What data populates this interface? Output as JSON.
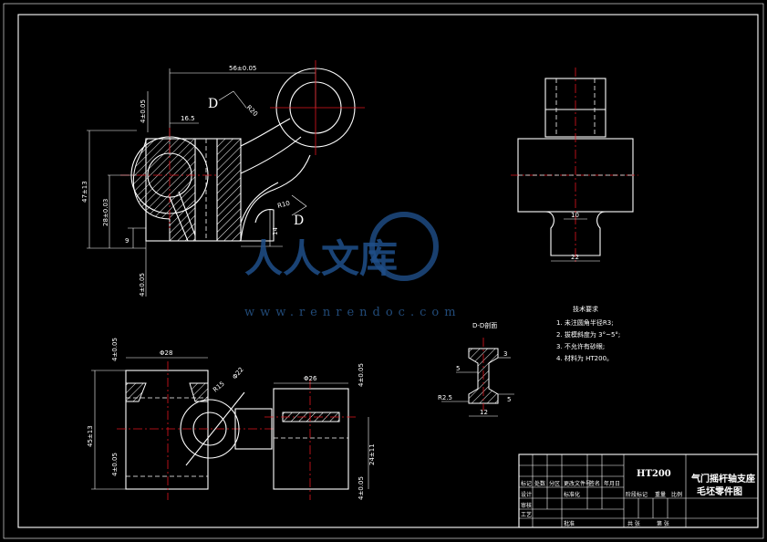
{
  "dimensions": {
    "top_width": "56±0.05",
    "top_left_height": "4±0.05",
    "top_offset": "16.5",
    "top_radius": "R20",
    "total_height": "47±13",
    "mid_height": "28±0.03",
    "small_height": "9",
    "bottom_tol": "4±0.05",
    "radius_r10": "R10",
    "right_height": "14",
    "section_letter": "D",
    "side_width_10": "10",
    "side_width_22": "22",
    "plan_left_top": "4±0.05",
    "plan_dia28": "Φ28",
    "plan_r15": "R15",
    "plan_dia22": "Φ22",
    "plan_dia26": "Φ26",
    "plan_right_top": "4±0.05",
    "plan_height_45": "45±13",
    "plan_left_bottom": "4±0.05",
    "plan_right_24": "24±11",
    "plan_right_bottom": "4±0.05",
    "section_title": "D-D剖面",
    "sec_5_left": "5",
    "sec_5_right": "5",
    "sec_r25": "R2.5",
    "sec_12": "12",
    "sec_3": "3"
  },
  "tech_requirements": {
    "title": "技术要求",
    "items": [
      "1. 未注圆角半径R3;",
      "2. 拔模斜度为 3°~5°;",
      "3. 不允许有砂眼;",
      "4. 材料为 HT200。"
    ]
  },
  "title_block": {
    "material": "HT200",
    "part_name_line1": "气门摇杆轴支座",
    "part_name_line2": "毛坯零件图",
    "cells_row1": [
      "标记",
      "处数",
      "分区",
      "更改文件号",
      "签名",
      "年月日"
    ],
    "cells_row2": [
      "设计",
      "",
      "标准化",
      ""
    ],
    "stage_labels": [
      "阶段标记",
      "重量",
      "比例"
    ],
    "bottom_labels": [
      "共 张",
      "第 张"
    ],
    "rows": [
      "审核",
      "工艺",
      "批准"
    ]
  },
  "watermark": {
    "text": "人人文库",
    "url": "www.renrendoc.com"
  },
  "colors": {
    "background": "#000000",
    "line": "#ffffff",
    "center_line": "#e0141e",
    "watermark": "#1f4f8a"
  }
}
